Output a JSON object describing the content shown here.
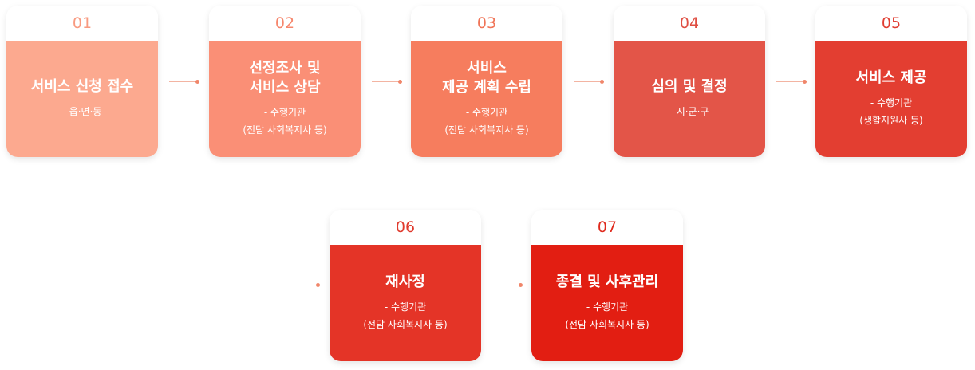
{
  "steps": [
    {
      "number": "01",
      "title_lines": [
        "서비스 신청 접수"
      ],
      "desc_lines": [
        "- 읍·면·동"
      ],
      "color": "#fca98f",
      "number_color": "#f89a80"
    },
    {
      "number": "02",
      "title_lines": [
        "선정조사 및",
        "서비스 상담"
      ],
      "desc_lines": [
        "- 수행기관",
        "(전담 사회복지사 등)"
      ],
      "color": "#fa8f76",
      "number_color": "#f6866c"
    },
    {
      "number": "03",
      "title_lines": [
        "서비스",
        "제공 계획 수립"
      ],
      "desc_lines": [
        "- 수행기관",
        "(전담 사회복지사 등)"
      ],
      "color": "#f67d5e",
      "number_color": "#f07457"
    },
    {
      "number": "04",
      "title_lines": [
        "심의 및 결정"
      ],
      "desc_lines": [
        "- 시·군·구"
      ],
      "color": "#e35548",
      "number_color": "#df4e42"
    },
    {
      "number": "05",
      "title_lines": [
        "서비스 제공"
      ],
      "desc_lines": [
        "- 수행기관",
        "(생활지원사 등)"
      ],
      "color": "#e33e31",
      "number_color": "#e03d31"
    },
    {
      "number": "06",
      "title_lines": [
        "재사정"
      ],
      "desc_lines": [
        "- 수행기관",
        "(전담 사회복지사 등)"
      ],
      "color": "#e43427",
      "number_color": "#e03a2d"
    },
    {
      "number": "07",
      "title_lines": [
        "종결 및 사후관리"
      ],
      "desc_lines": [
        "- 수행기관",
        "(전담 사회복지사 등)"
      ],
      "color": "#e21e12",
      "number_color": "#df2a1d"
    }
  ]
}
